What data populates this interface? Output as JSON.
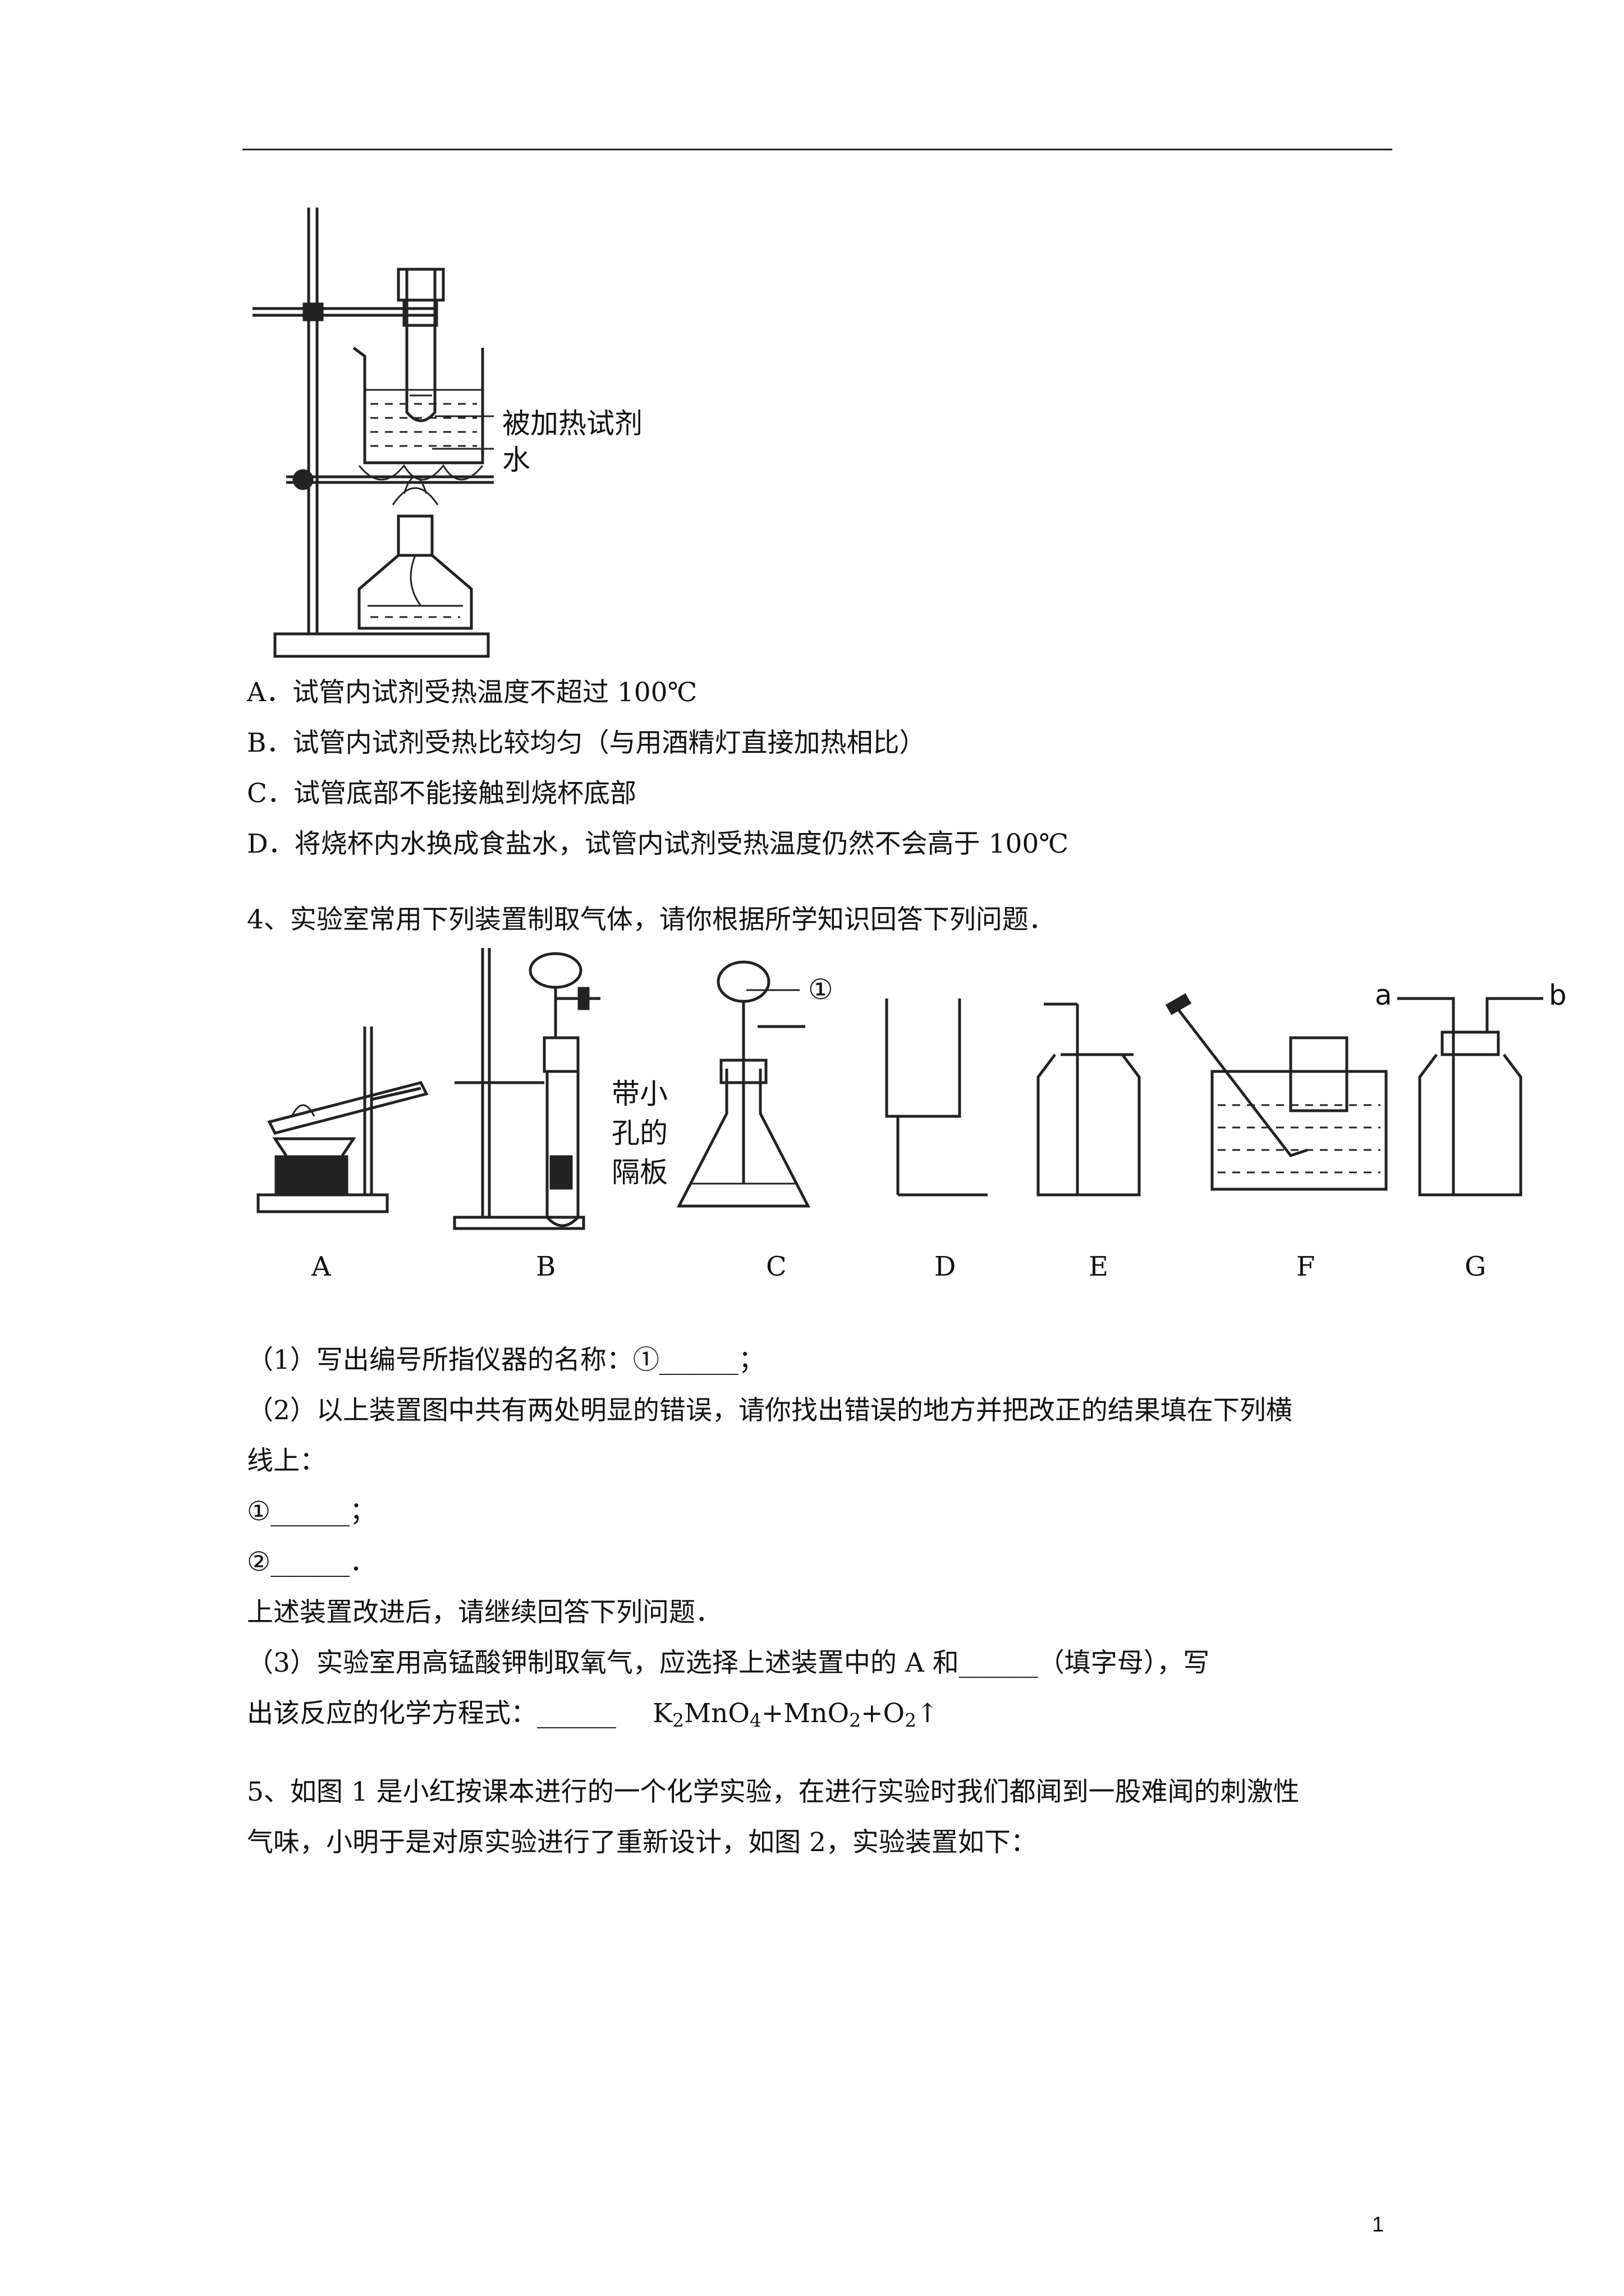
{
  "figure1": {
    "label_reagent": "被加热试剂",
    "label_water": "水"
  },
  "options": [
    "A．试管内试剂受热温度不超过 100℃",
    "B．试管内试剂受热比较均匀（与用酒精灯直接加热相比）",
    "C．试管底部不能接触到烧杯底部",
    "D．将烧杯内水换成食盐水，试管内试剂受热温度仍然不会高于 100℃"
  ],
  "q4": {
    "stem": "4、实验室常用下列装置制取气体，请你根据所学知识回答下列问题．",
    "figure": {
      "captions": [
        "A",
        "B",
        "C",
        "D",
        "E",
        "F",
        "G"
      ],
      "label_b_line1": "带小",
      "label_b_line2": "孔的",
      "label_b_line3": "隔板",
      "label_c_marker": "①",
      "label_g_a": "a",
      "label_g_b": "b"
    },
    "sub1": "（1）写出编号所指仪器的名称：①______；",
    "sub2_line1": "（2）以上装置图中共有两处明显的错误，请你找出错误的地方并把改正的结果填在下列横",
    "sub2_line2": "线上：",
    "blank1": "①______；",
    "blank2": "②______．",
    "after": "上述装置改进后，请继续回答下列问题．",
    "sub3_line1": "（3）实验室用高锰酸钾制取氧气，应选择上述装置中的 A 和______（填字母），写",
    "sub3_line2_prefix": "出该反应的化学方程式：______",
    "eq_k": "K",
    "eq_2a": "2",
    "eq_mno": "MnO",
    "eq_4": "4",
    "eq_plus1": "+MnO",
    "eq_2b": "2",
    "eq_plus2": "+O",
    "eq_2c": "2",
    "eq_arrow": "↑"
  },
  "q5": {
    "line1": "5、如图 1 是小红按课本进行的一个化学实验，在进行实验时我们都闻到一股难闻的刺激性",
    "line2": "气味，小明于是对原实验进行了重新设计，如图 2，实验装置如下："
  },
  "page_number": "1"
}
